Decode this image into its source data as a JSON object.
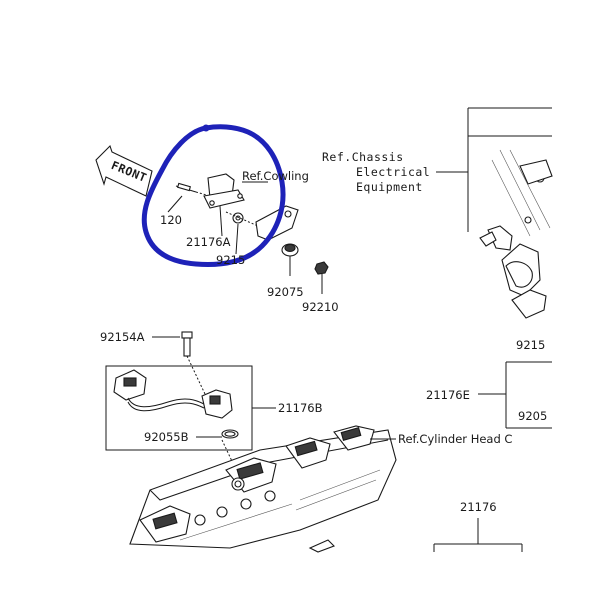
{
  "colors": {
    "annotation": "#1e22b8",
    "ink": "#1a1a1a",
    "background": "#ffffff"
  },
  "front_arrow": {
    "label": "FRONT"
  },
  "labels": {
    "ref_cowling": "Ref.Cowling",
    "ref_chassis_line1": "Ref.Chassis",
    "ref_chassis_line2": "Electrical",
    "ref_chassis_line3": "Equipment",
    "ref_cylinder_head": "Ref.Cylinder Head C",
    "p_120": "120",
    "p_21176A": "21176A",
    "p_9215_top": "9215",
    "p_92075": "92075",
    "p_92210": "92210",
    "p_92154A": "92154A",
    "p_21176B": "21176B",
    "p_92055B": "92055B",
    "p_9215_right": "9215",
    "p_21176E": "21176E",
    "p_9205_right": "9205",
    "p_21176": "21176"
  },
  "annotation": {
    "shape": "hand-drawn-circle"
  }
}
